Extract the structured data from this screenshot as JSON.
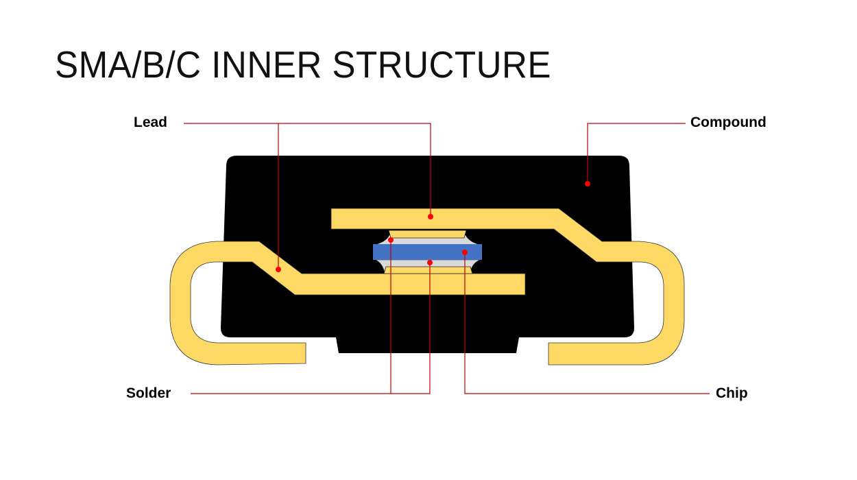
{
  "title": "SMA/B/C INNER STRUCTURE",
  "labels": {
    "lead": "Lead",
    "compound": "Compound",
    "solder": "Solder",
    "chip": "Chip"
  },
  "colors": {
    "compound": "#000000",
    "lead": "#FFD966",
    "chip": "#4472C4",
    "solder": "#D9D9D9",
    "leader": "#C00000",
    "dot": "#FF0000"
  }
}
